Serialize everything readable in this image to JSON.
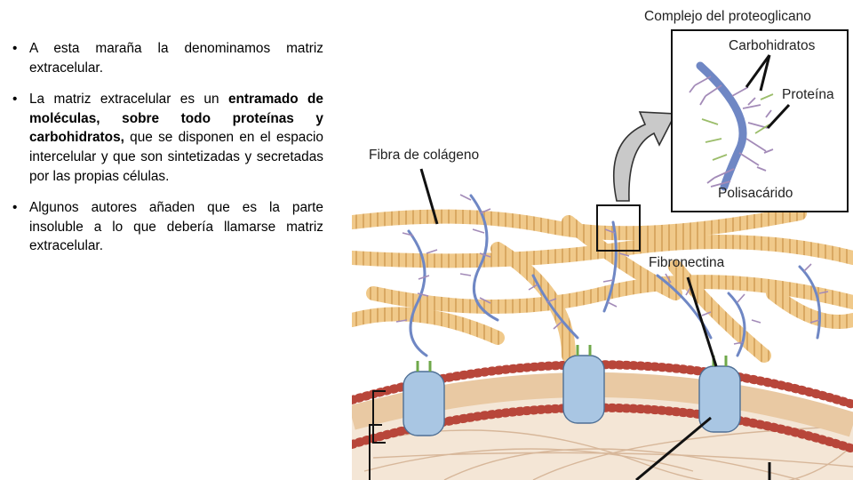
{
  "bullets": [
    {
      "text": "A esta maraña la denominamos matriz extracelular."
    },
    {
      "before": "La matriz extracelular es un ",
      "bold": "entramado de moléculas, sobre todo proteínas y carbohidratos,",
      "after": " que se disponen en el espacio intercelular y que son sintetizadas y secretadas por las propias células."
    },
    {
      "text": "Algunos autores añaden que es la parte insoluble a lo que debería llamarse matriz extracelular."
    }
  ],
  "figure": {
    "labels": {
      "complex_title": "Complejo del proteoglicano",
      "carbohydrates": "Carbohidratos",
      "protein": "Proteína",
      "polysaccharide": "Polisacárido",
      "collagen_fiber": "Fibra de colágeno",
      "fibronectin": "Fibronectina"
    },
    "colors": {
      "collagen": "#f0c98a",
      "collagen_stripe": "#d9a862",
      "proteoglycan_core": "#6f87c4",
      "proteoglycan_branch": "#a38bb8",
      "carbohydrate_green": "#9bbd6a",
      "membrane_head": "#b8463a",
      "membrane_tail": "#e9c9a3",
      "integrin": "#a9c6e3",
      "cytoplasm": "#f4e6d6"
    }
  }
}
